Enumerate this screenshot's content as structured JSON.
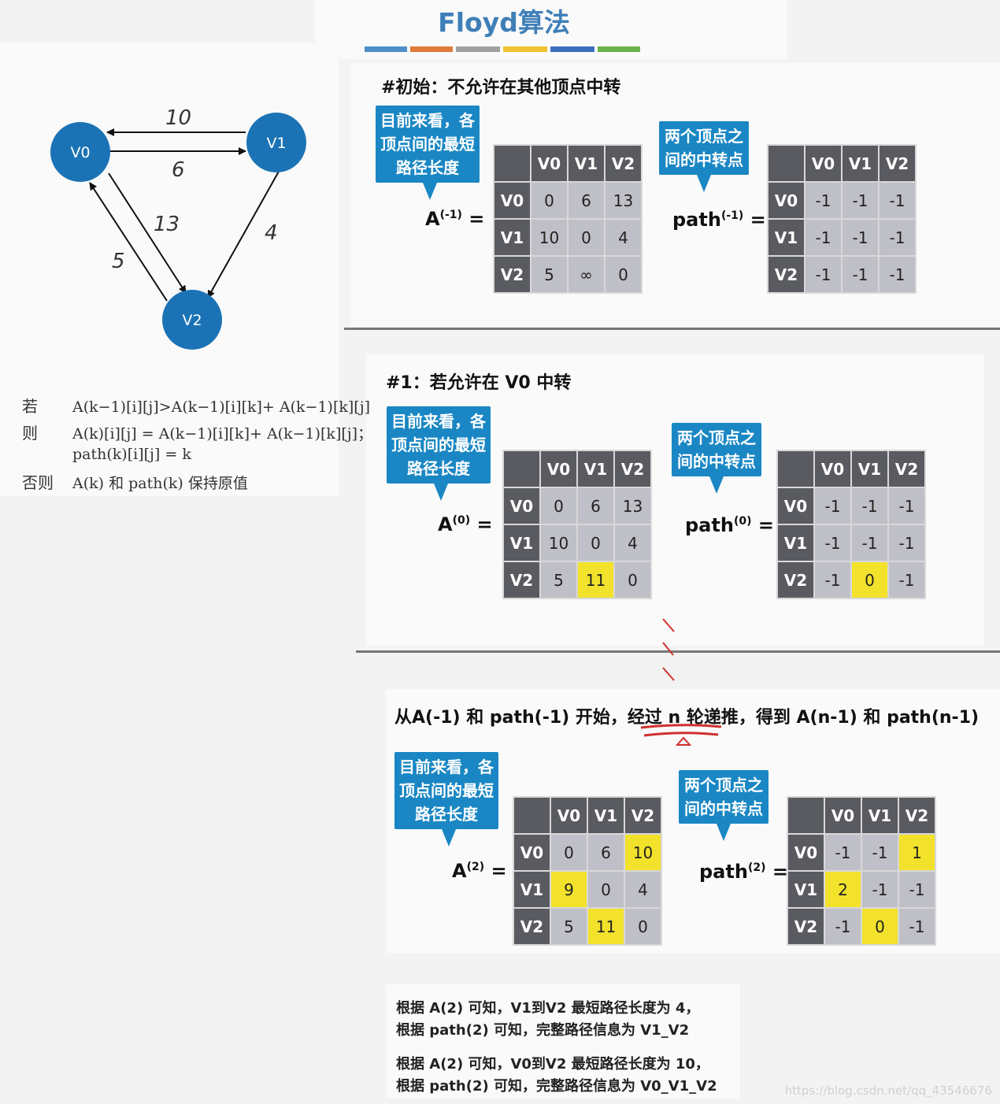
{
  "title": "Floyd算法",
  "colors": [
    "#4e8fc9",
    "#e07b39",
    "#a0a0a0",
    "#f1c231",
    "#3b6ebf",
    "#6ab04c"
  ],
  "graph": {
    "nodes": [
      "V0",
      "V1",
      "V2"
    ],
    "edges": [
      {
        "from": "V1",
        "to": "V0",
        "weight": "10"
      },
      {
        "from": "V0",
        "to": "V1",
        "weight": "6"
      },
      {
        "from": "V0",
        "to": "V2",
        "weight": "13"
      },
      {
        "from": "V1",
        "to": "V2",
        "weight": "4"
      },
      {
        "from": "V2",
        "to": "V0",
        "weight": "5"
      }
    ]
  },
  "formula": {
    "if_word": "若",
    "then_word": "则",
    "else_word": "否则",
    "cond_text": "A(k−1)[i][j]>A(k−1)[i][k]+ A(k−1)[k][j]",
    "then_text": "A(k)[i][j] = A(k−1)[i][k]+ A(k−1)[k][j]；",
    "path_text": "path(k)[i][j] = k",
    "else_text": "A(k) 和 path(k) 保持原值"
  },
  "bubbles": {
    "dist_lines": [
      "目前来看，各",
      "顶点间的最短",
      "路径长度"
    ],
    "path_lines": [
      "两个顶点之",
      "间的中转点"
    ]
  },
  "col_headers": [
    "V0",
    "V1",
    "V2"
  ],
  "sections": [
    {
      "heading": "#初始：不允许在其他顶点中转",
      "a_base": "A",
      "a_sup": "(-1)",
      "p_base": "path",
      "p_sup": "(-1)",
      "A": [
        [
          "0",
          "6",
          "13"
        ],
        [
          "10",
          "0",
          "4"
        ],
        [
          "5",
          "∞",
          "0"
        ]
      ],
      "P": [
        [
          "-1",
          "-1",
          "-1"
        ],
        [
          "-1",
          "-1",
          "-1"
        ],
        [
          "-1",
          "-1",
          "-1"
        ]
      ],
      "a_hl": [],
      "p_hl": []
    },
    {
      "heading": "#1：若允许在 V0 中转",
      "a_base": "A",
      "a_sup": "(0)",
      "p_base": "path",
      "p_sup": "(0)",
      "A": [
        [
          "0",
          "6",
          "13"
        ],
        [
          "10",
          "0",
          "4"
        ],
        [
          "5",
          "11",
          "0"
        ]
      ],
      "P": [
        [
          "-1",
          "-1",
          "-1"
        ],
        [
          "-1",
          "-1",
          "-1"
        ],
        [
          "-1",
          "0",
          "-1"
        ]
      ],
      "a_hl": [
        "2-1"
      ],
      "p_hl": [
        "2-1"
      ]
    },
    {
      "heading": "从A(-1) 和 path(-1) 开始，经过 n 轮递推，得到 A(n-1) 和 path(n-1)",
      "a_base": "A",
      "a_sup": "(2)",
      "p_base": "path",
      "p_sup": "(2)",
      "A": [
        [
          "0",
          "6",
          "10"
        ],
        [
          "9",
          "0",
          "4"
        ],
        [
          "5",
          "11",
          "0"
        ]
      ],
      "P": [
        [
          "-1",
          "-1",
          "1"
        ],
        [
          "2",
          "-1",
          "-1"
        ],
        [
          "-1",
          "0",
          "-1"
        ]
      ],
      "a_hl": [
        "0-2",
        "1-0",
        "2-1"
      ],
      "p_hl": [
        "0-2",
        "1-0",
        "2-1"
      ]
    }
  ],
  "notes": [
    "根据 A(2) 可知，V1到V2 最短路径长度为 4，",
    "根据 path(2)  可知，完整路径信息为 V1_V2",
    "根据 A(2) 可知，V0到V2 最短路径长度为 10，",
    "根据 path(2)  可知，完整路径信息为 V0_V1_V2"
  ],
  "watermark": "https://blog.csdn.net/qq_43546676"
}
